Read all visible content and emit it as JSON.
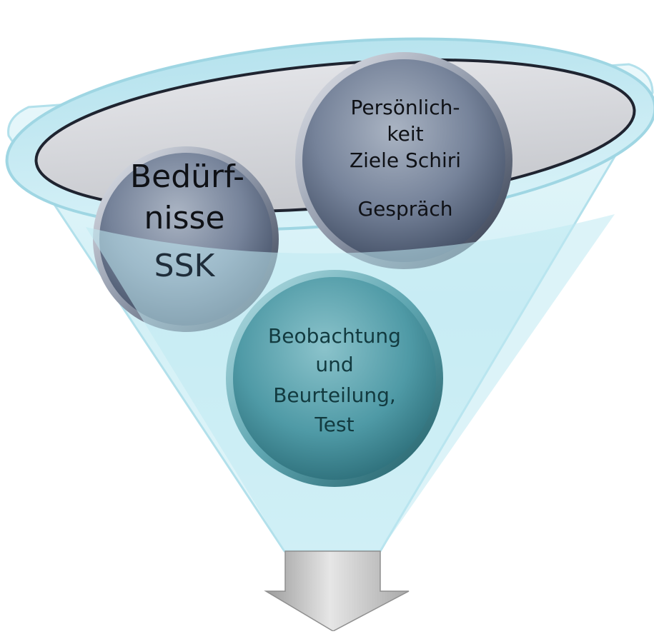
{
  "diagram": {
    "type": "funnel",
    "circles": [
      {
        "id": "beduerfnisse",
        "lines": [
          "Bedürf-",
          "nisse",
          "SSK"
        ]
      },
      {
        "id": "persoenlichkeit",
        "lines": [
          "Persönlich-",
          "keit",
          "Ziele Schiri",
          "Gespräch"
        ]
      },
      {
        "id": "beobachtung",
        "lines": [
          "Beobachtung",
          "und",
          "Beurteilung,",
          "Test"
        ]
      }
    ],
    "arrow_direction": "down",
    "colors": {
      "funnel_fill": "#d4f1f7",
      "funnel_stroke": "#a9dde9",
      "opening_fill": "#d0d0d4",
      "circle_dark": "#54627a",
      "circle_teal": "#3f8793",
      "arrow_fill": "#c8c8c8"
    }
  }
}
